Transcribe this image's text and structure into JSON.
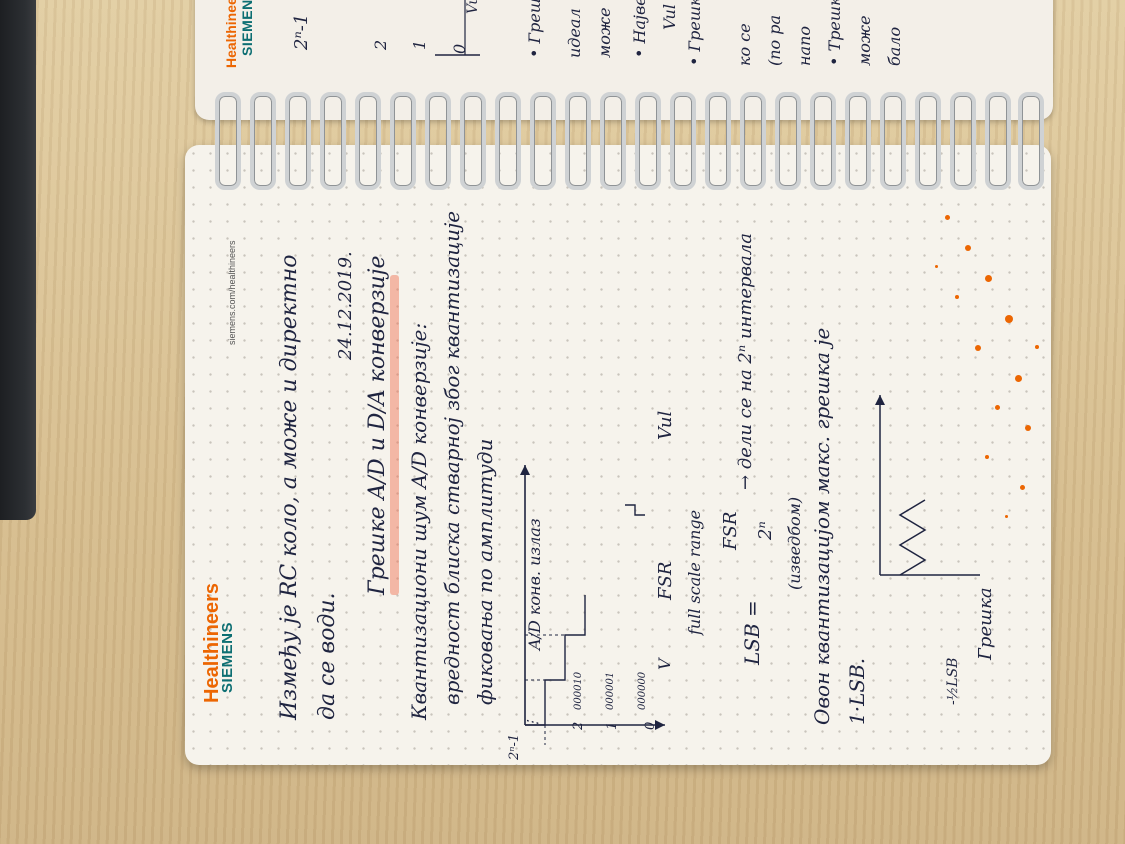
{
  "brand": {
    "company": "SIEMENS",
    "division": "Healthineers",
    "url": "siemens.com/healthineers",
    "top_company": "SIEMENS",
    "top_division": "Healthineers"
  },
  "notes": {
    "line1": "Између је RC коло, а може и директно",
    "line2": "да се води.",
    "date": "24.12.2019.",
    "heading": "Грешке A/D и D/A конверзије",
    "bullet1_a": "Квантизациони шум A/D конверзије:",
    "bullet1_b": "вредност блиска стварној због квантизације",
    "bullet1_c": "фиковања по амплитуди",
    "y_axis_label": "A/D конв. излаз",
    "y_tick_top": "2ⁿ-1",
    "y_tick_dots": "⋮",
    "y_tick_2": "2",
    "y_tick_1": "1",
    "y_tick_0": "0",
    "code_2": "000010",
    "code_1": "000001",
    "code_0": "000000",
    "x_V": "V",
    "x_fsr": "FSR",
    "x_full_scale": "full scale range",
    "x_vul": "Vul",
    "lsb_lhs": "LSB =",
    "lsb_num": "FSR",
    "lsb_den": "2ⁿ",
    "lsb_rhs": "→ дели се на 2ⁿ интервала",
    "lsb_note": "(изведбом)",
    "last_a": "Овон квантизацијом макс. грешка је",
    "last_b": "1·LSB.",
    "err_label": "Грешка",
    "err_tick": "-½LSB"
  },
  "top_page": {
    "t1": "2ⁿ-1",
    "t2": "2",
    "t3": "1",
    "t4": "0",
    "t5": "Vul",
    "b1": "• Грешка",
    "b2": "идеал",
    "b3": "може",
    "b4": "• Најве",
    "b5": "Vul",
    "b6": "• Грешка",
    "b7": "ко се",
    "b8": "(по ра",
    "b9": "напо",
    "b10": "• Трешка",
    "b11": "може",
    "b12": "бало"
  },
  "colors": {
    "accent_orange": "#ec6602",
    "brand_teal": "#0c6e72",
    "ink": "#1f2440",
    "highlight": "#f06e50"
  }
}
